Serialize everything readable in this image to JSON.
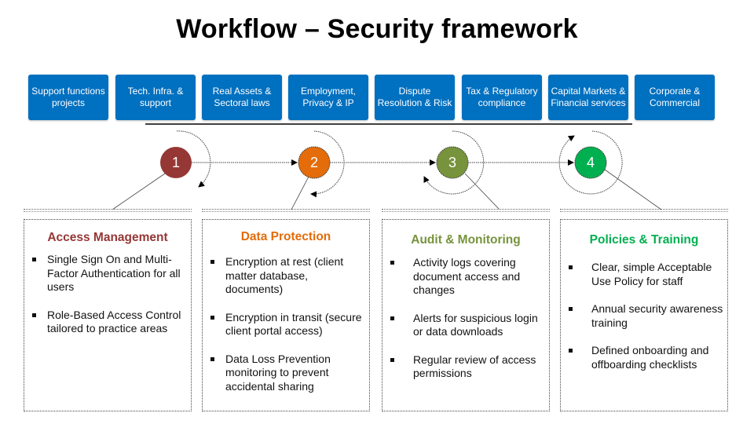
{
  "title": "Workflow – Security framework",
  "tabs": [
    {
      "label": "Support functions projects"
    },
    {
      "label": "Tech. Infra. & support"
    },
    {
      "label": "Real Assets & Sectoral laws"
    },
    {
      "label": "Employment, Privacy & IP"
    },
    {
      "label": "Dispute Resolution & Risk"
    },
    {
      "label": "Tax & Regulatory compliance"
    },
    {
      "label": "Capital Markets & Financial services"
    },
    {
      "label": "Corporate & Commercial"
    }
  ],
  "colors": {
    "tab_blue": "#0070c0",
    "step1": "#953735",
    "step2": "#e46c0a",
    "step3": "#77933c",
    "step4": "#00b050"
  },
  "steps": [
    {
      "number": "1",
      "color": "#953735"
    },
    {
      "number": "2",
      "color": "#e46c0a"
    },
    {
      "number": "3",
      "color": "#77933c"
    },
    {
      "number": "4",
      "color": "#00b050"
    }
  ],
  "cards": [
    {
      "title": "Access Management",
      "color": "#953735",
      "items": [
        "Single Sign On and Multi-Factor Authentication for all users",
        "Role-Based Access Control tailored to practice areas"
      ]
    },
    {
      "title": "Data Protection",
      "color": "#e46c0a",
      "items": [
        "Encryption at rest (client matter database, documents)",
        "Encryption in transit (secure client portal access)",
        "Data Loss Prevention monitoring to prevent accidental sharing"
      ]
    },
    {
      "title": "Audit & Monitoring",
      "color": "#77933c",
      "items": [
        "Activity logs covering document access and changes",
        "Alerts for suspicious login or data downloads",
        "Regular review of access permissions"
      ]
    },
    {
      "title": "Policies & Training",
      "color": "#00b050",
      "items": [
        "Clear, simple Acceptable Use Policy for staff",
        "Annual security awareness training",
        "Defined onboarding and offboarding checklists"
      ]
    }
  ]
}
